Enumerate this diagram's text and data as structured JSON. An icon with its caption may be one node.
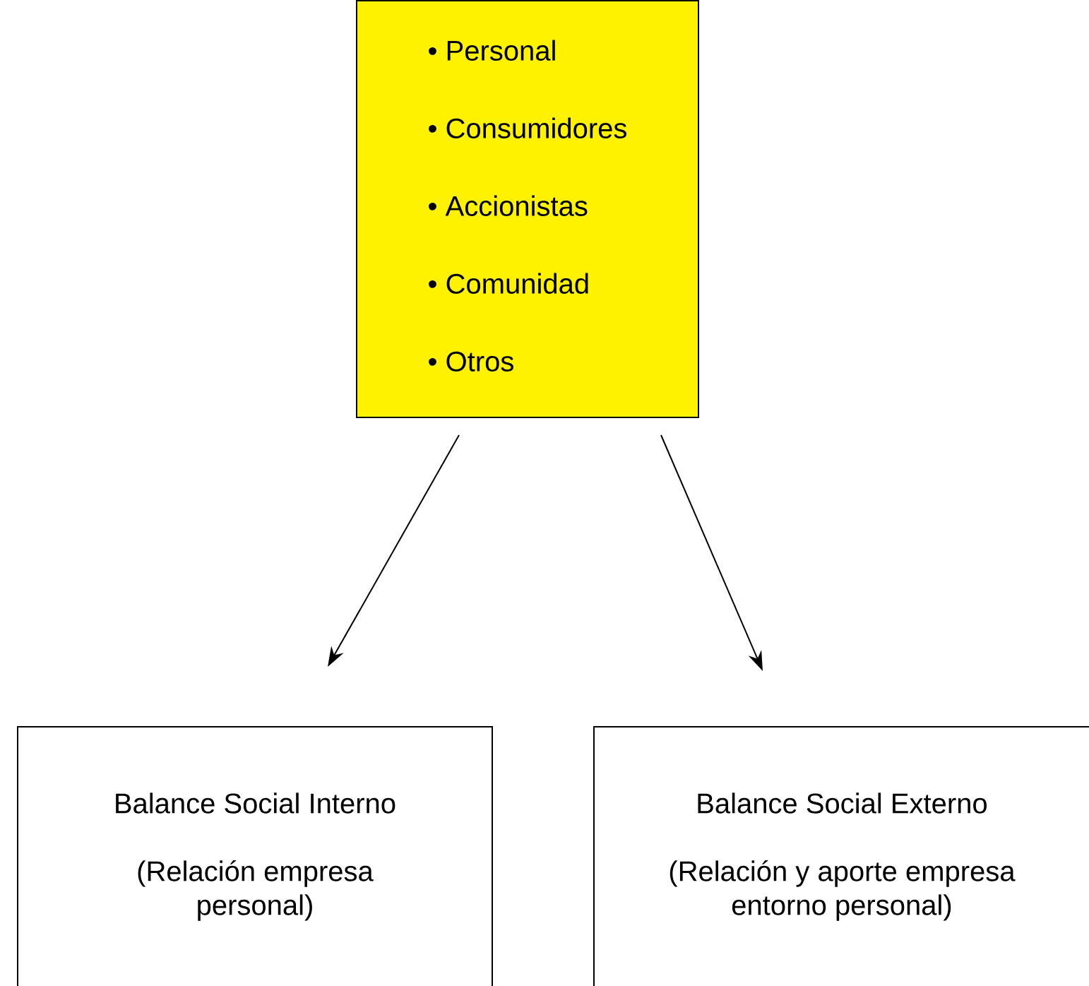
{
  "diagram": {
    "nodes": [
      {
        "text": [
          "• Personal",
          "• Consumidores",
          "• Accionistas",
          "• Comunidad",
          "• Otros"
        ]
      },
      {
        "text": [
          "Balance Social Interno",
          "(Relación empresa personal)"
        ]
      },
      {
        "text": [
          "Balance Social Externo",
          "(Relación y aporte empresa entorno personal)"
        ]
      }
    ],
    "edges": [
      {
        "from": 0,
        "to": 1,
        "arrow": "to"
      },
      {
        "from": 0,
        "to": 2,
        "arrow": "to"
      }
    ]
  }
}
